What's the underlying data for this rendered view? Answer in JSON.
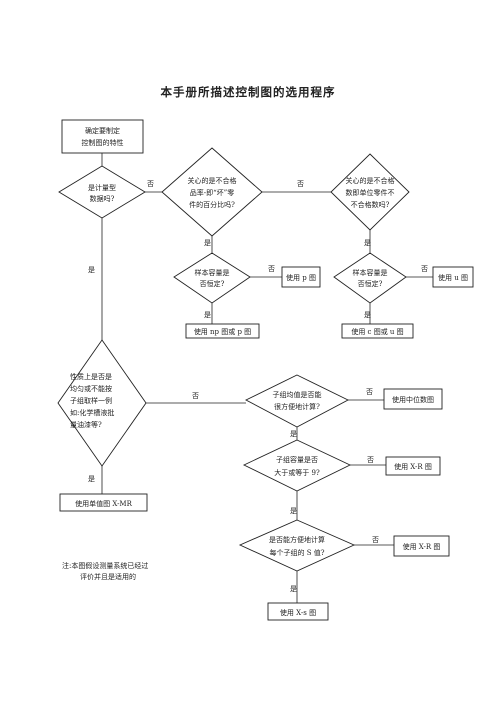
{
  "title": "本手册所描述控制图的选用程序",
  "nodes": {
    "start": [
      "确定要制定",
      "控制图的特性"
    ],
    "q_metric": [
      "是计量型",
      "数据吗?"
    ],
    "q_defect_pct": [
      "关心的是不合格",
      "品率-即“坏”零",
      "件的百分比吗?"
    ],
    "q_defect_count": [
      "关心的是不合格",
      "数即单位零件不",
      "不合格数吗?"
    ],
    "q_const_n_p": [
      "样本容量是",
      "否恒定?"
    ],
    "q_const_n_u": [
      "样本容量是",
      "否恒定?"
    ],
    "use_p": [
      "使用 p 图"
    ],
    "use_u": [
      "使用 u 图"
    ],
    "use_np": [
      "使用 np 图或 p 图"
    ],
    "use_c": [
      "使用 c 图或 u 图"
    ],
    "q_homog": [
      "性质上是否是",
      "均匀或不能按",
      "子组取样一例",
      "如:化学槽液批",
      "量油漆等?"
    ],
    "use_xmr": [
      "使用单值图 X-MR"
    ],
    "q_mean": [
      "子组均值是否能",
      "很方便地计算?"
    ],
    "use_median": [
      "使用中位数图"
    ],
    "q_size9": [
      "子组容量是否",
      "大于或等于 9?"
    ],
    "use_xr": [
      "使用 X-R 图"
    ],
    "q_sd": [
      "是否能方便地计算",
      "每个子组的 S 值?"
    ],
    "use_xr2": [
      "使用 X-R 图"
    ],
    "use_xs": [
      "使用 X-s 图"
    ]
  },
  "edge_labels": {
    "yes": "是",
    "no": "否"
  },
  "note": [
    "注:本图假设测量系统已经过",
    "评价并且是适用的"
  ]
}
